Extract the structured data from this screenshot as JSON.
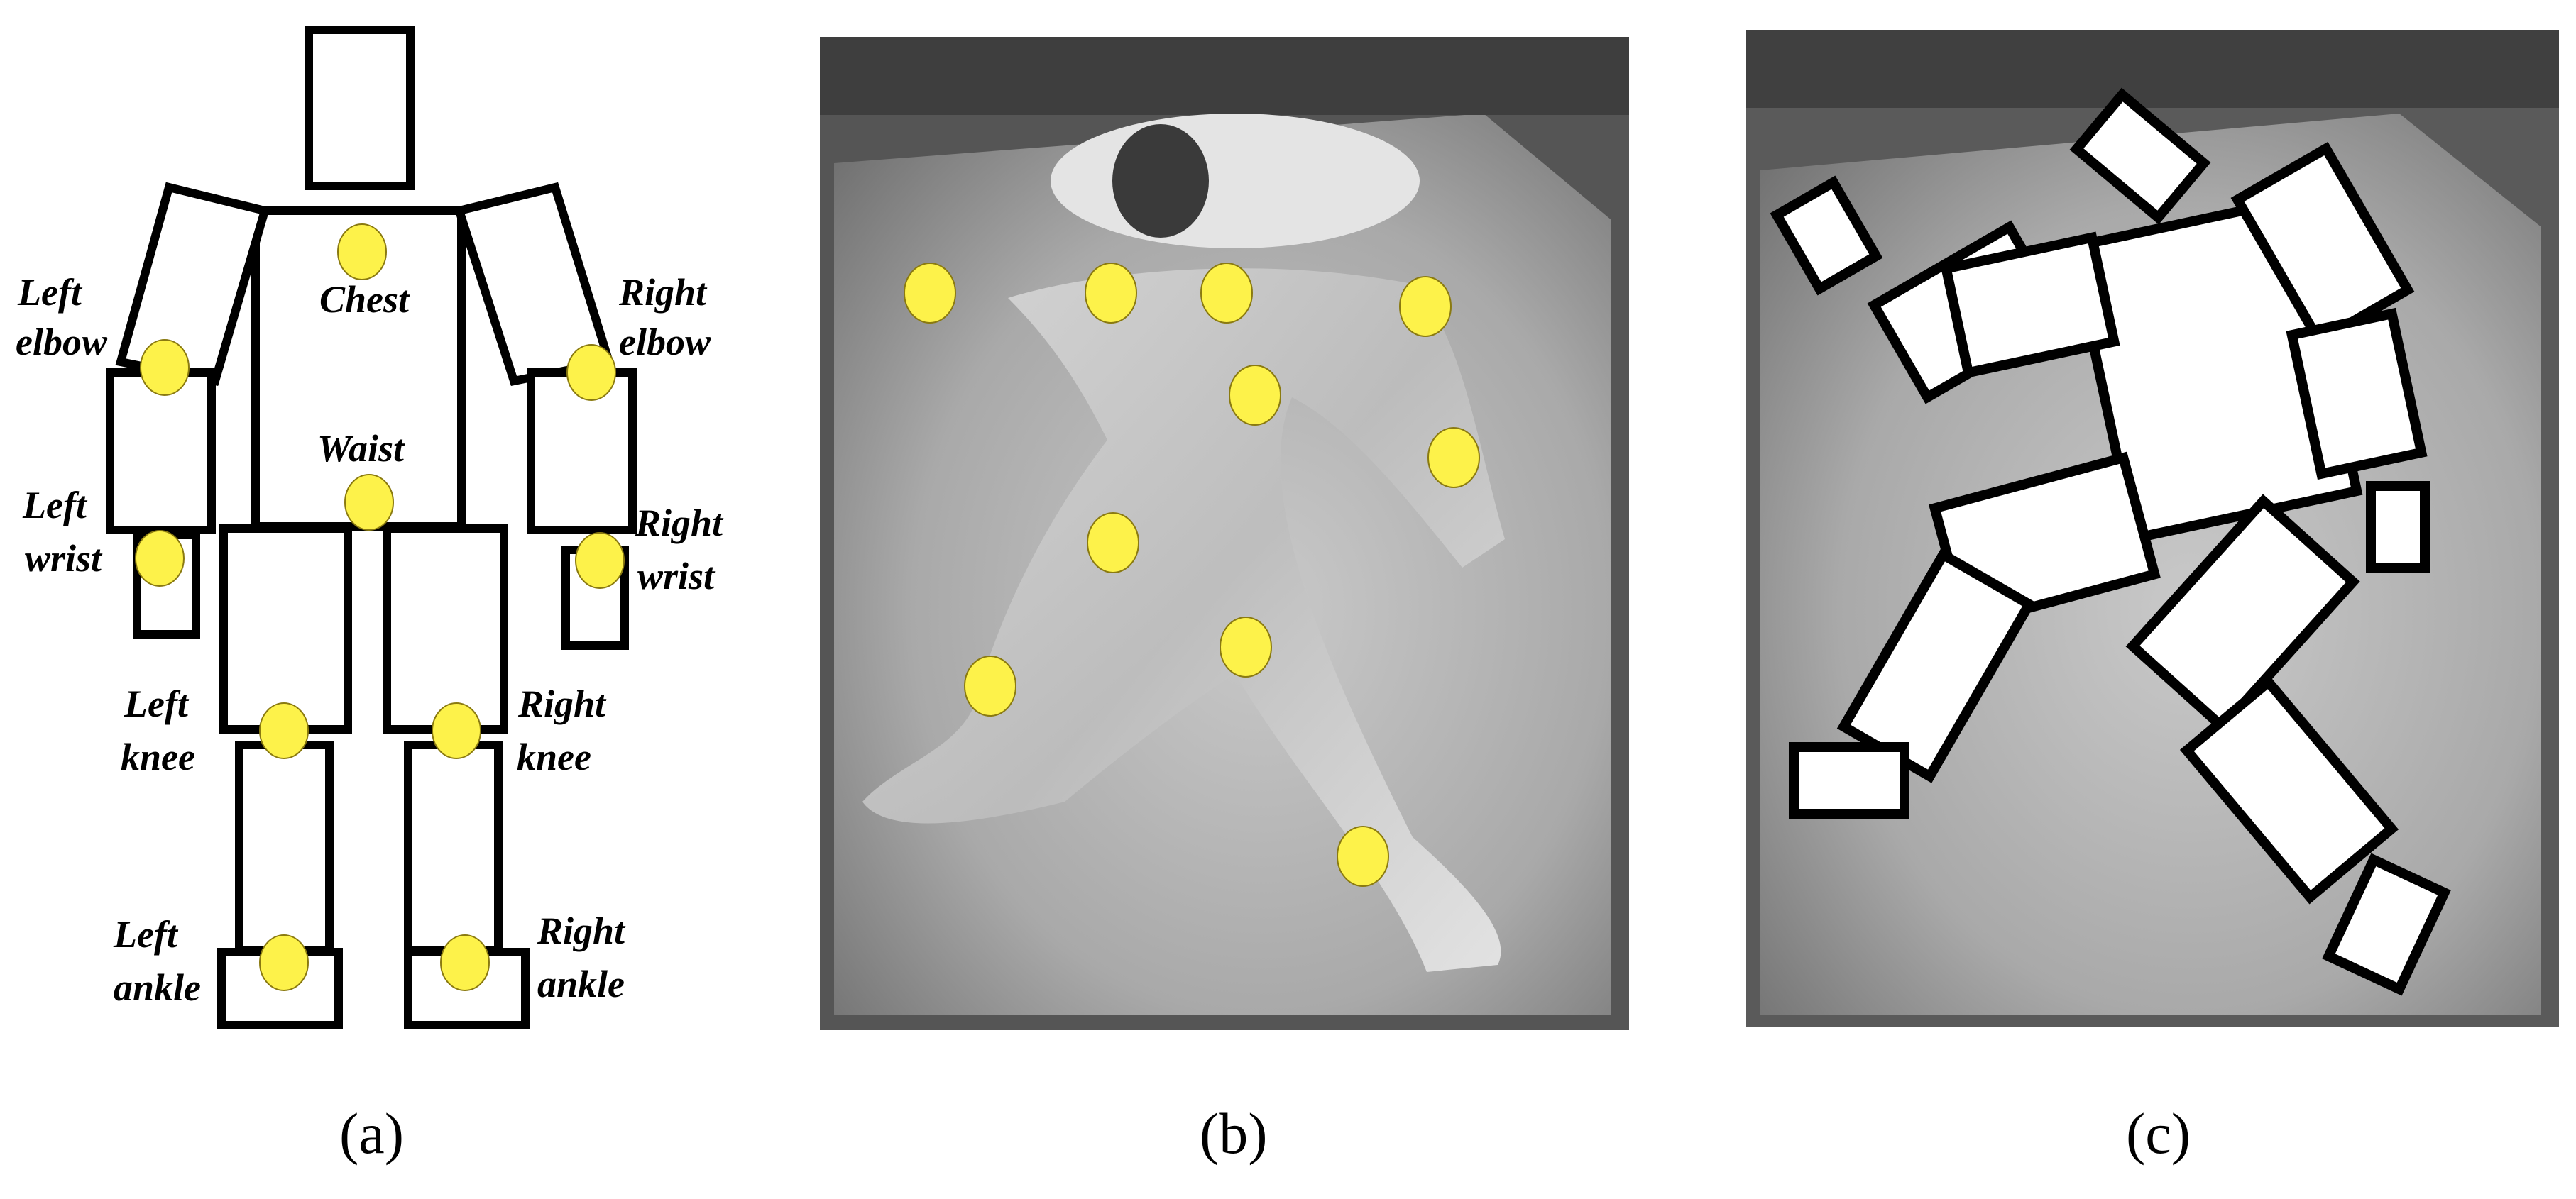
{
  "panel_a": {
    "labels": {
      "chest": "Chest",
      "waist": "Waist",
      "left_elbow": [
        "Left",
        "elbow"
      ],
      "right_elbow": [
        "Right",
        "elbow"
      ],
      "left_wrist": [
        "Left",
        "wrist"
      ],
      "right_wrist": [
        "Right",
        "wrist"
      ],
      "left_knee": [
        "Left",
        "knee"
      ],
      "right_knee": [
        "Right",
        "knee"
      ],
      "left_ankle": [
        "Left",
        "ankle"
      ],
      "right_ankle": [
        "Right",
        "ankle"
      ]
    },
    "caption": "(a)"
  },
  "panel_b": {
    "caption": "(b)"
  },
  "panel_c": {
    "caption": "(c)"
  },
  "colors": {
    "marker": "#fdf24a",
    "outline": "#000000",
    "photo_bg": "#8f8f8f"
  }
}
